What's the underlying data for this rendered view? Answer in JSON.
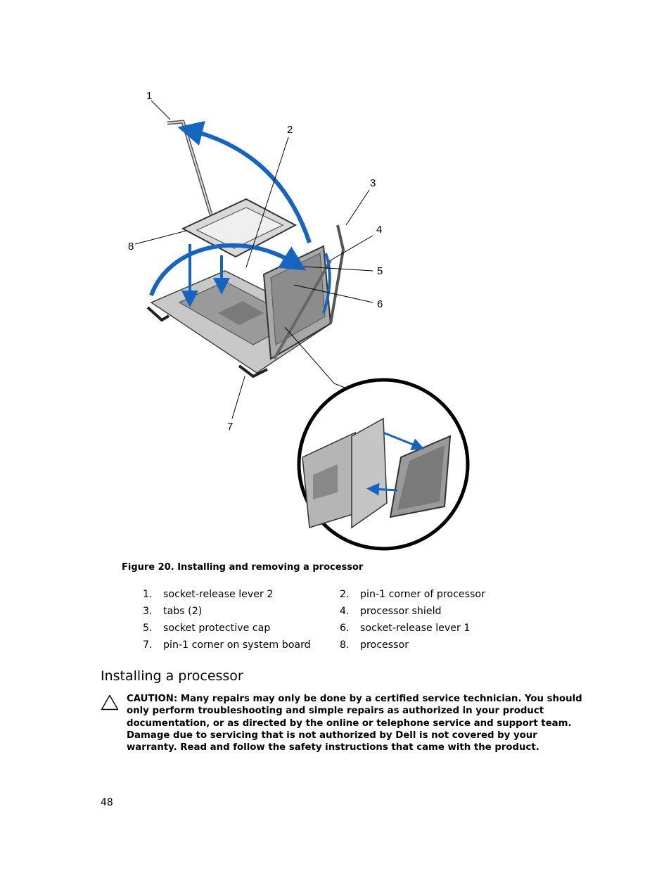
{
  "figure": {
    "callouts": [
      "1",
      "2",
      "3",
      "4",
      "5",
      "6",
      "7",
      "8"
    ],
    "accent_color": "#1565c0"
  },
  "caption": "Figure 20. Installing and removing a processor",
  "legend": [
    {
      "num": "1.",
      "text": "socket-release lever 2"
    },
    {
      "num": "2.",
      "text": "pin-1 corner of processor"
    },
    {
      "num": "3.",
      "text": "tabs (2)"
    },
    {
      "num": "4.",
      "text": "processor shield"
    },
    {
      "num": "5.",
      "text": "socket protective cap"
    },
    {
      "num": "6.",
      "text": "socket-release lever 1"
    },
    {
      "num": "7.",
      "text": "pin-1 corner on system board"
    },
    {
      "num": "8.",
      "text": "processor"
    }
  ],
  "section": {
    "title": "Installing a processor",
    "caution_icon": "warning-triangle-icon",
    "caution": "CAUTION: Many repairs may only be done by a certified service technician. You should only perform troubleshooting and simple repairs as authorized in your product documentation, or as directed by the online or telephone service and support team. Damage due to servicing that is not authorized by Dell is not covered by your warranty. Read and follow the safety instructions that came with the product."
  },
  "page_number": "48"
}
